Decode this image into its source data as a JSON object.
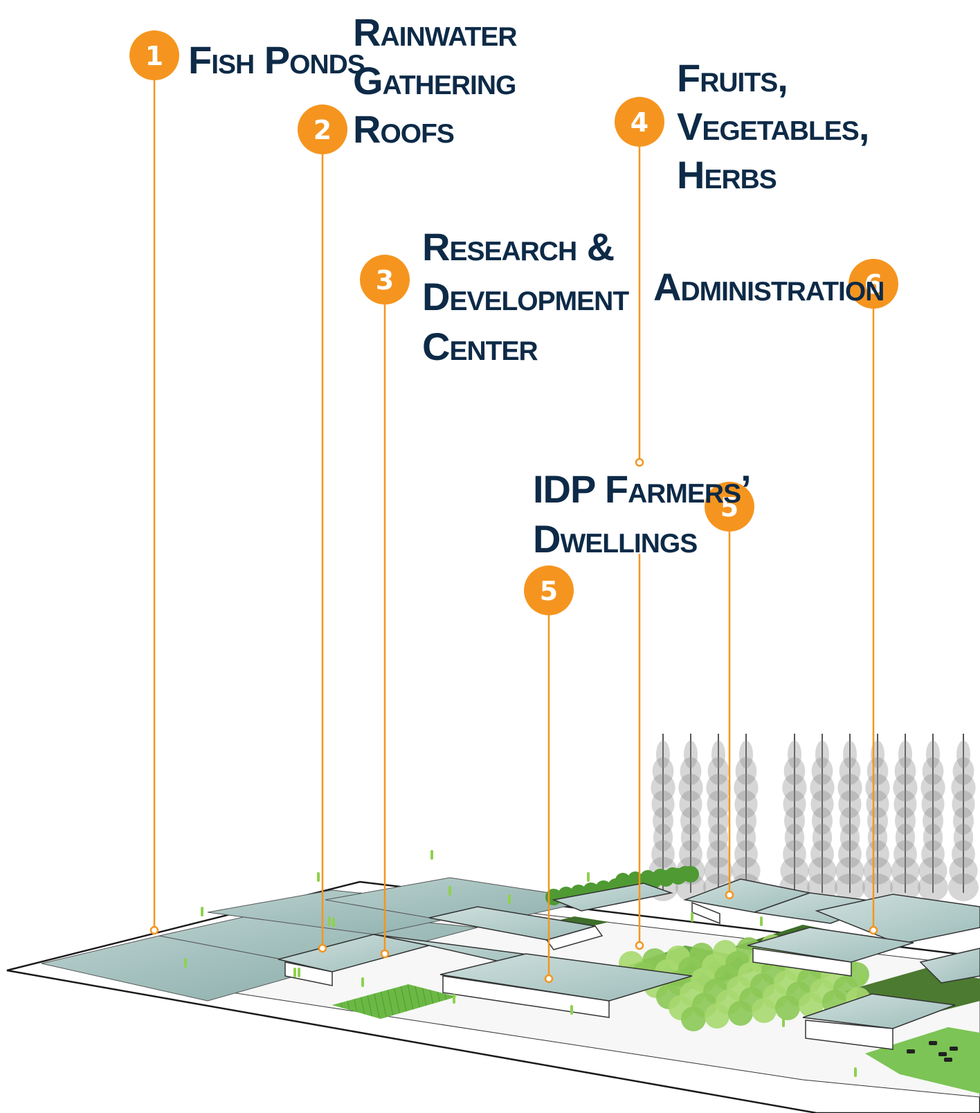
{
  "diagram": {
    "labels": {
      "fish_ponds": [
        "Fish Ponds"
      ],
      "rainwater_roofs": [
        "Rainwater",
        "Gathering",
        "Roofs"
      ],
      "research_center": [
        "Research &",
        "Development",
        "Center"
      ],
      "fruits_vegetables": [
        "Fruits,",
        "Vegetables,",
        "Herbs"
      ],
      "administration": [
        "Administration"
      ],
      "dwellings": [
        "IDP Farmers’",
        "Dwellings"
      ]
    },
    "markers": {
      "m1": "1",
      "m2": "2",
      "m3": "3",
      "m4": "4",
      "m5a": "5",
      "m5b": "5",
      "m6": "6"
    },
    "colors": {
      "marker": "#f5951f",
      "label": "#0d2a47",
      "leader_line": "#f5951f",
      "roof": "#b9d2cf",
      "field": "#6fb84a",
      "tree": "#8a8a8a"
    }
  }
}
